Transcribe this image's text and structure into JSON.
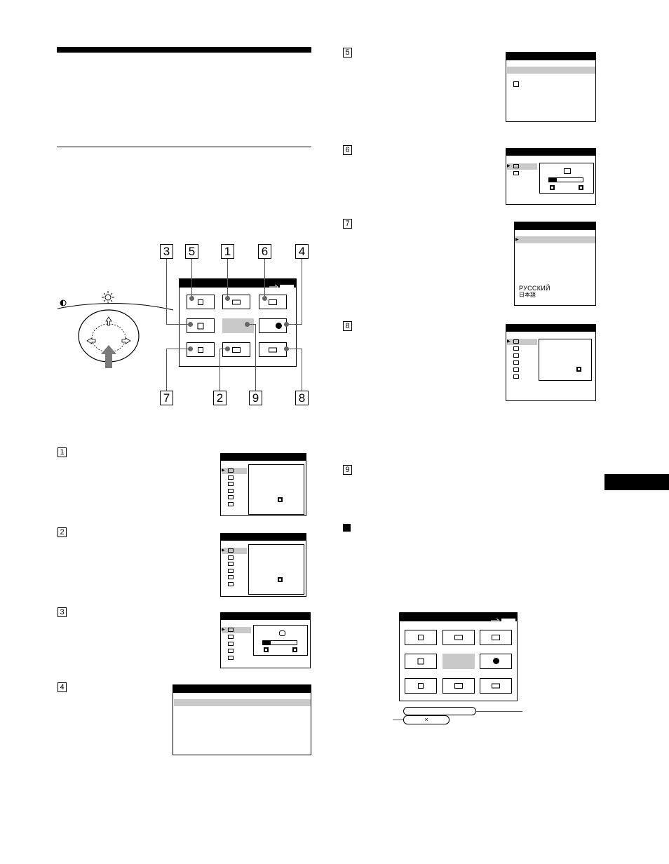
{
  "labels": {
    "one": "1",
    "two": "2",
    "three": "3",
    "four": "4",
    "five": "5",
    "six": "6",
    "seven": "7",
    "eight": "8",
    "nine": "9"
  },
  "language_menu": {
    "russian": "РУССКИЙ",
    "japanese": "日本語"
  },
  "bottom_pill_x": "×",
  "colors": {
    "highlight": "#c9c9c9",
    "leader": "#555555",
    "black": "#000000"
  }
}
